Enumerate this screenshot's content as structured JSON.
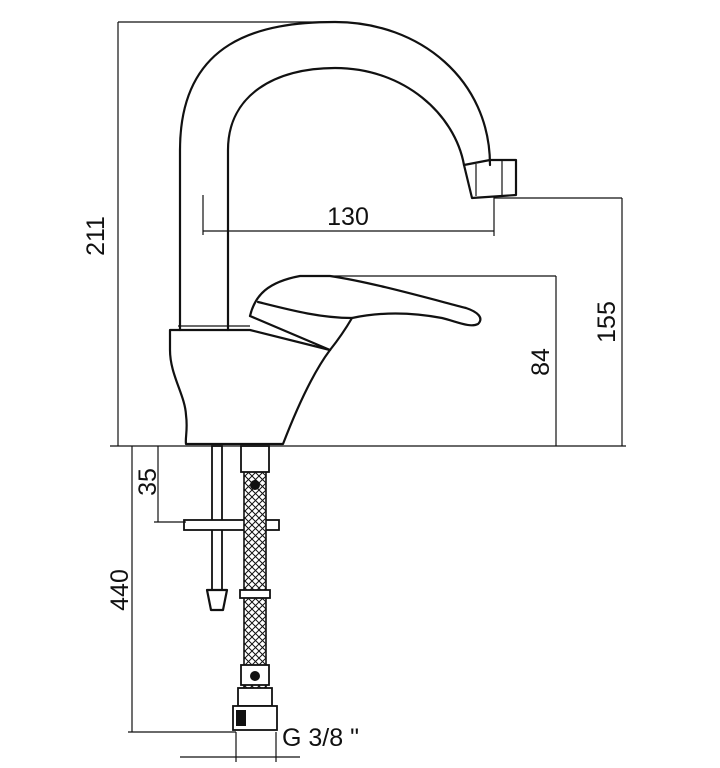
{
  "dimensions": {
    "overall_height": "211",
    "spout_reach": "130",
    "spout_outlet_height": "155",
    "lever_height": "84",
    "mounting_depth": "35",
    "hose_length": "440",
    "connection_thread": "G 3/8 \""
  }
}
